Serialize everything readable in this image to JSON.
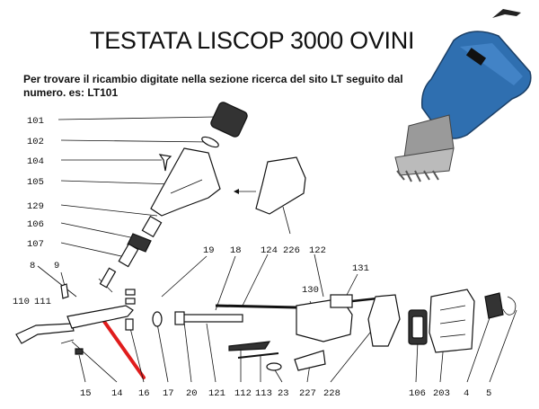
{
  "header": {
    "title": "TESTATA LISCOP 3000 OVINI",
    "instruction": "Per trovare il ricambio digitate nella sezione ricerca del sito  LT seguito dal numero. es: LT101"
  },
  "labels": {
    "l101": "101",
    "l102": "102",
    "l104": "104",
    "l105": "105",
    "l129": "129",
    "l106a": "106",
    "l107": "107",
    "l8": "8",
    "l9": "9",
    "l110": "110",
    "l111": "111",
    "l19": "19",
    "l18": "18",
    "l124": "124",
    "l226": "226",
    "l122": "122",
    "l131": "131",
    "l130": "130",
    "l15": "15",
    "l14": "14",
    "l16": "16",
    "l17": "17",
    "l20": "20",
    "l121": "121",
    "l112": "112",
    "l113": "113",
    "l23": "23",
    "l227": "227",
    "l228": "228",
    "l106b": "106",
    "l203": "203",
    "l4": "4",
    "l5": "5"
  },
  "colors": {
    "highlight": "#e01c1c",
    "clipper_body": "#2f6fb0",
    "ink": "#111111"
  }
}
